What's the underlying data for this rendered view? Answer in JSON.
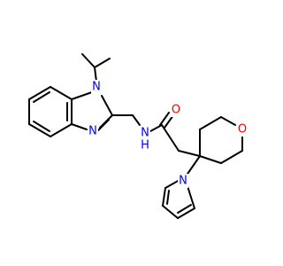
{
  "colors": {
    "bond": "#000000",
    "nitrogen": "#0000ff",
    "oxygen": "#ff0000",
    "background": "#ffffff"
  },
  "atoms": {
    "n_benzimidazole_1": "N",
    "n_benzimidazole_3": "N",
    "n_amide": "N",
    "h_amide": "H",
    "o_carbonyl": "O",
    "o_oxane": "O",
    "n_pyrrole": "N"
  }
}
